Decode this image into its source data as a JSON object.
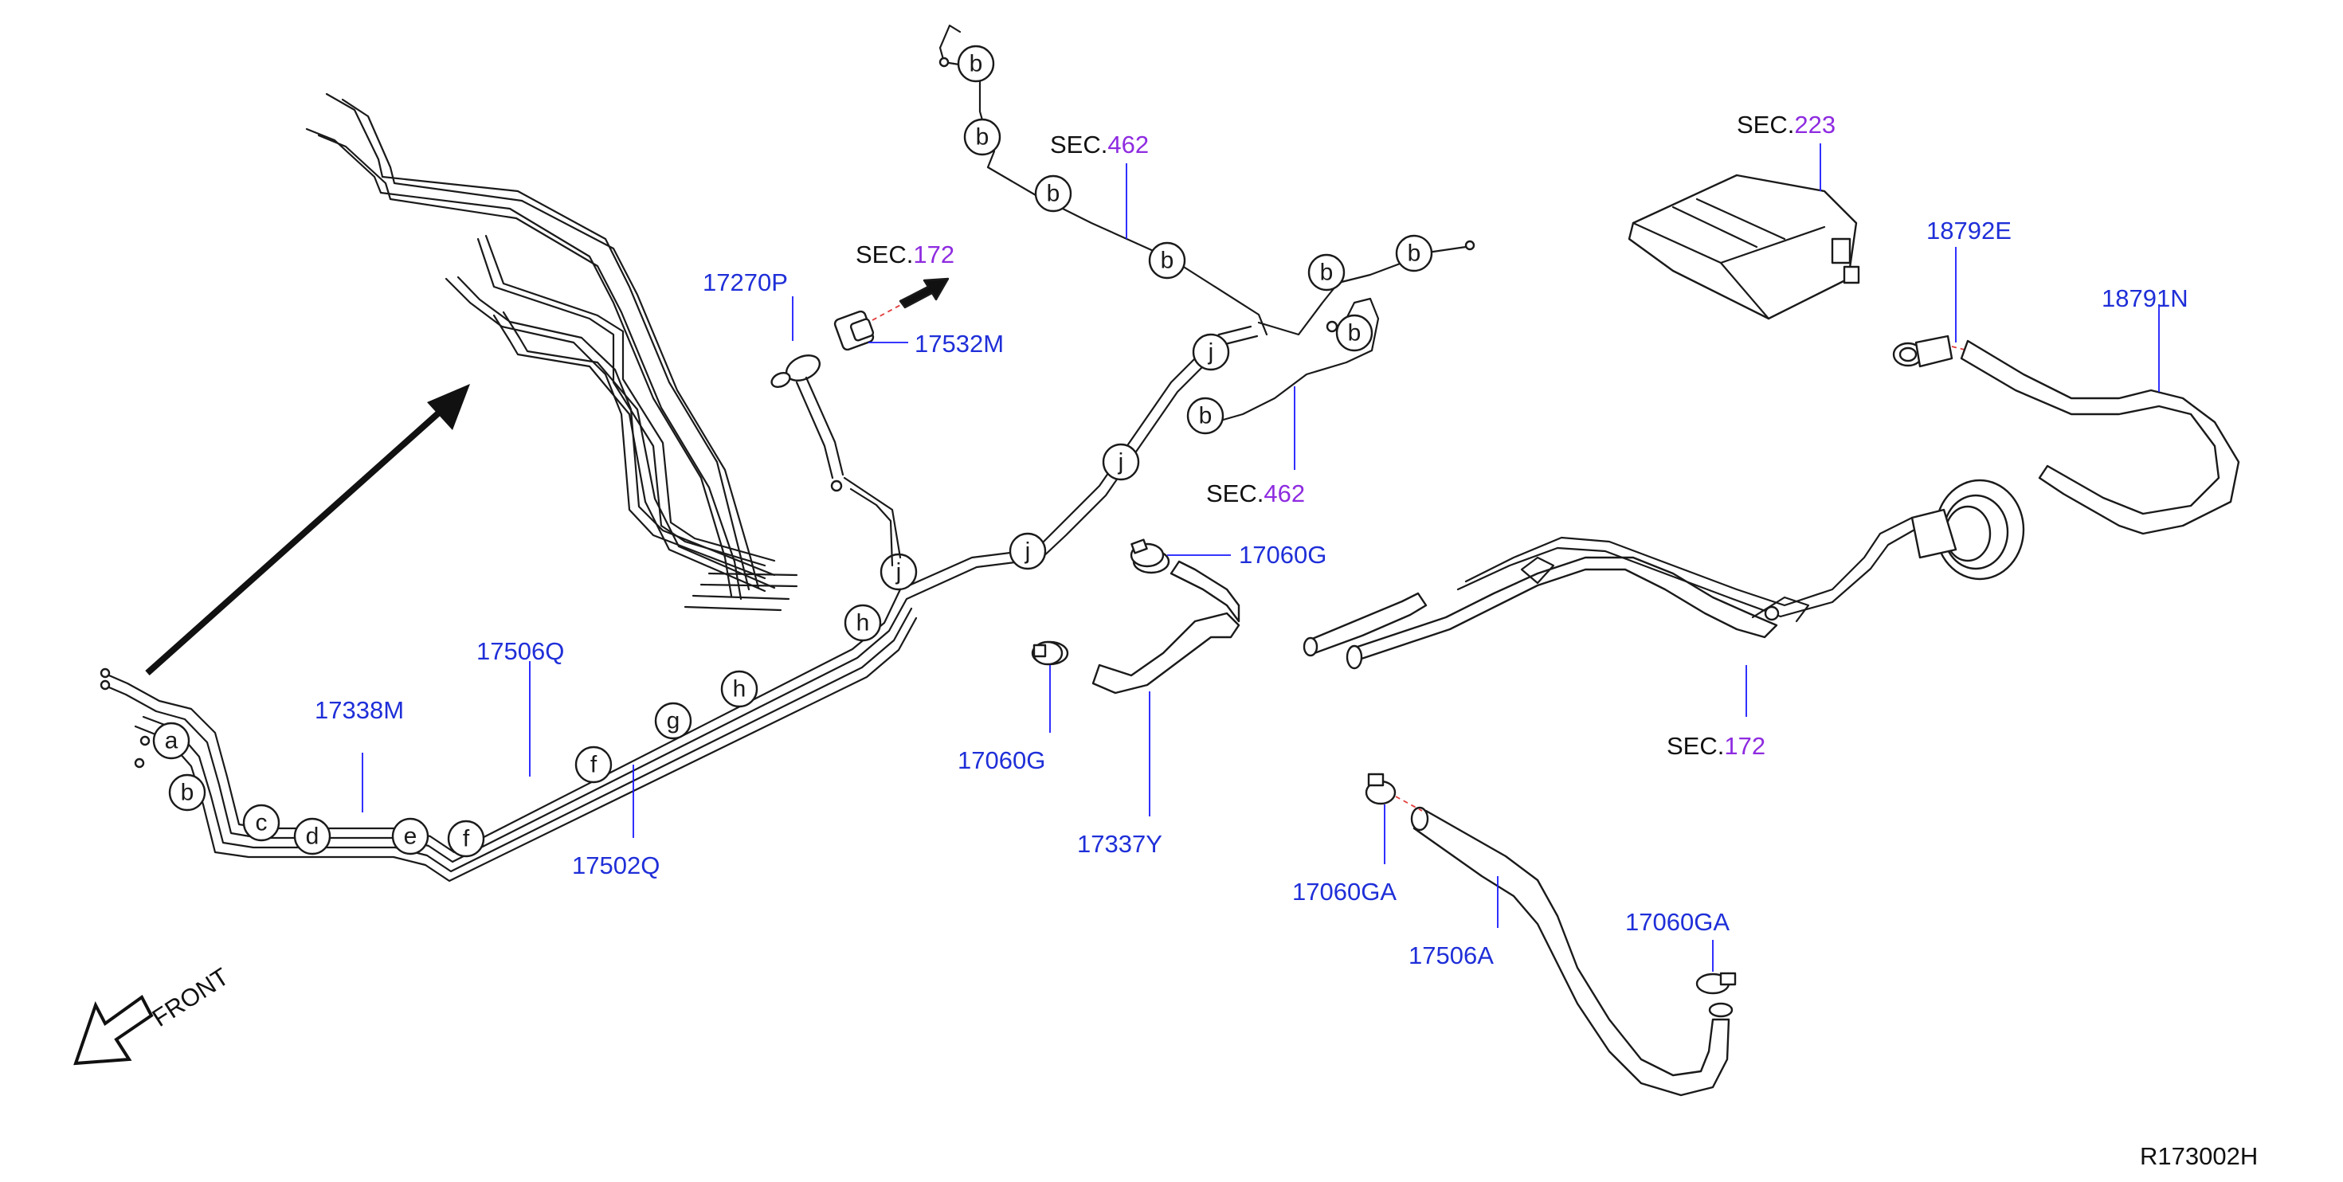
{
  "diagram": {
    "part_numbers": {
      "p17270P": "17270P",
      "p17532M": "17532M",
      "p17338M": "17338M",
      "p17506Q": "17506Q",
      "p17502Q": "17502Q",
      "p17060G_top": "17060G",
      "p17060G_bottom": "17060G",
      "p17337Y": "17337Y",
      "p17060GA_left": "17060GA",
      "p17060GA_right": "17060GA",
      "p17506A": "17506A",
      "p18792E": "18792E",
      "p18791N": "18791N"
    },
    "section_refs": {
      "sec172_top": {
        "prefix": "SEC.",
        "number": "172"
      },
      "sec462_top": {
        "prefix": "SEC.",
        "number": "462"
      },
      "sec462_mid": {
        "prefix": "SEC.",
        "number": "462"
      },
      "sec223": {
        "prefix": "SEC.",
        "number": "223"
      },
      "sec172_bottom": {
        "prefix": "SEC.",
        "number": "172"
      }
    },
    "clip_letters": {
      "a": "a",
      "b": "b",
      "c": "c",
      "d": "d",
      "e": "e",
      "f": "f",
      "g": "g",
      "h": "h",
      "j": "j"
    },
    "front_label": "FRONT",
    "diagram_id": "R173002H",
    "colors": {
      "part_number": "#1f2fd8",
      "section_number": "#8e2be0",
      "line_art": "#1a1a1a",
      "guide_dash": "#e23a3a"
    }
  }
}
